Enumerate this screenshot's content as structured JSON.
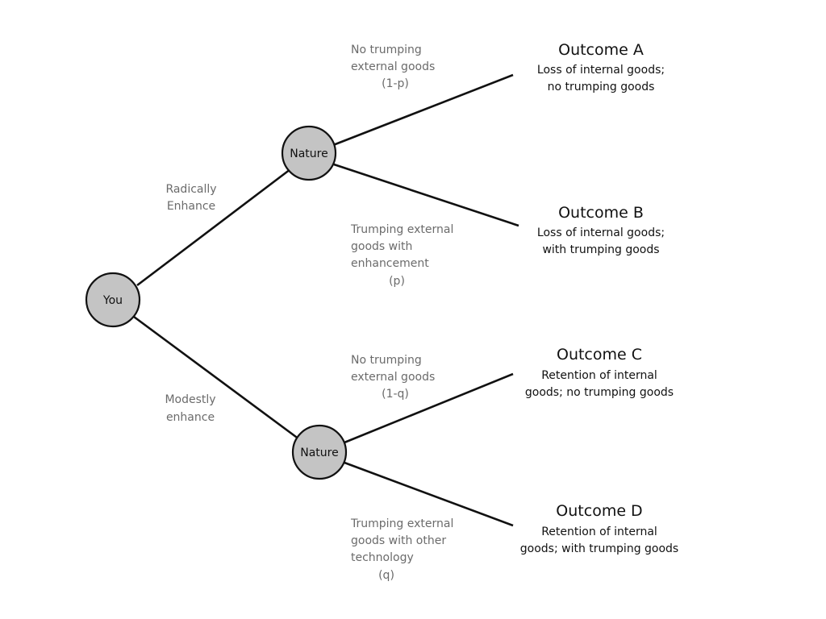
{
  "nodes": {
    "you": "You",
    "nature_top": "Nature",
    "nature_bottom": "Nature"
  },
  "choices": {
    "radical": [
      "Radically",
      "Enhance"
    ],
    "modest": [
      "Modestly",
      "enhance"
    ]
  },
  "chance": {
    "top_upper": [
      "No trumping",
      "external goods",
      "(1-p)"
    ],
    "top_lower": [
      "Trumping external",
      "goods with",
      "enhancement",
      "(p)"
    ],
    "bottom_upper": [
      "No trumping",
      "external goods",
      "(1-q)"
    ],
    "bottom_lower": [
      "Trumping external",
      "goods with other",
      "technology",
      "(q)"
    ]
  },
  "outcomes": [
    {
      "title": "Outcome A",
      "lines": [
        "Loss of internal goods;",
        "no trumping goods"
      ]
    },
    {
      "title": "Outcome B",
      "lines": [
        "Loss of internal goods;",
        "with trumping goods"
      ]
    },
    {
      "title": "Outcome C",
      "lines": [
        "Retention of internal",
        "goods; no trumping goods"
      ]
    },
    {
      "title": "Outcome D",
      "lines": [
        "Retention of internal",
        "goods; with trumping goods"
      ]
    }
  ],
  "colors": {
    "node_fill": "#c4c4c4",
    "edge": "#111111",
    "branch_text": "#6b6b6b",
    "text": "#111111"
  }
}
